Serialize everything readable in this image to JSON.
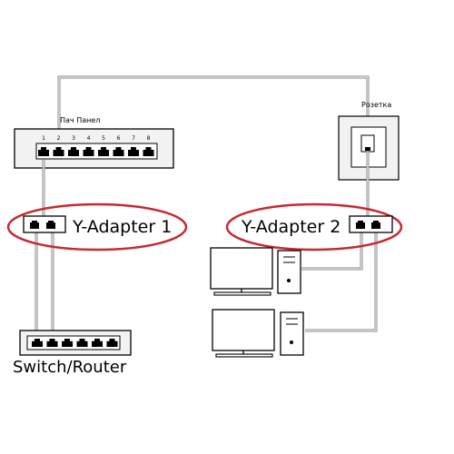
{
  "labels": {
    "patch_panel": "Пач Панел",
    "socket": "Розетка",
    "adapter1": "Y-Adapter 1",
    "adapter2": "Y-Adapter 2",
    "switch": "Switch/Router"
  },
  "patch_panel": {
    "ports": [
      "1",
      "2",
      "3",
      "4",
      "5",
      "6",
      "7",
      "8"
    ]
  },
  "colors": {
    "ellipse": "#c8282f",
    "line": "#000000",
    "cable": "#888888",
    "panel": "#f2f2f2"
  },
  "icons": {
    "adapter": "rj45-y-adapter-icon",
    "computer": "desktop-computer-icon",
    "socket": "wall-socket-icon",
    "switch": "network-switch-icon",
    "panel": "patch-panel-icon"
  }
}
